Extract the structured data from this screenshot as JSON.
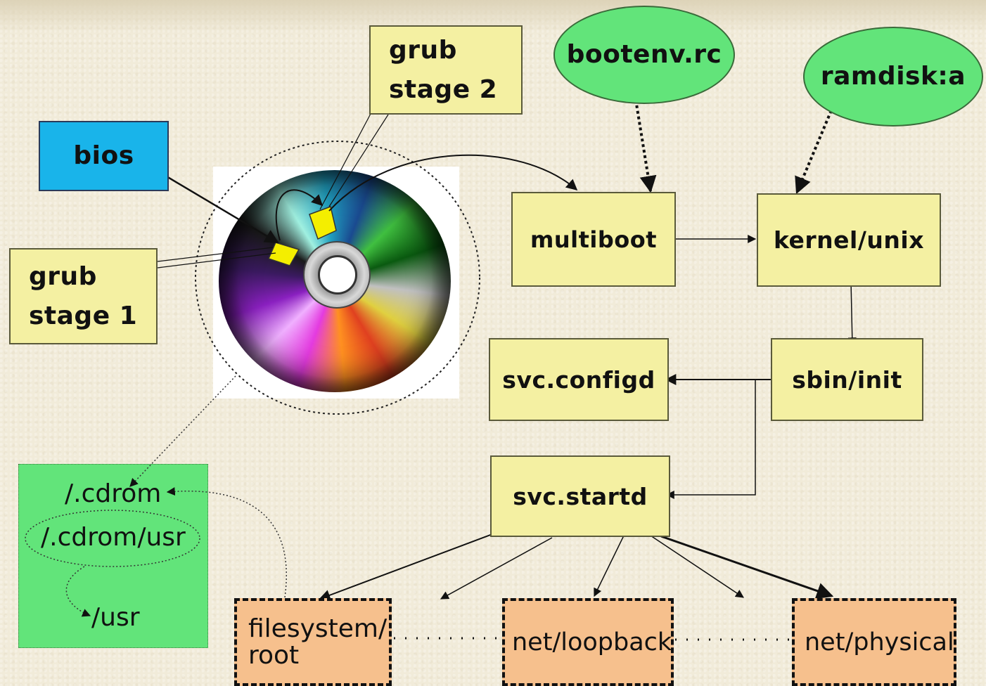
{
  "nodes": {
    "bios": "bios",
    "grub_stage1": [
      "grub",
      "stage 1"
    ],
    "grub_stage2": [
      "grub",
      "stage 2"
    ],
    "bootenv": "bootenv.rc",
    "ramdisk": "ramdisk:a",
    "multiboot": "multiboot",
    "kernel": "kernel/unix",
    "sbin_init": "sbin/init",
    "svc_configd": "svc.configd",
    "svc_startd": "svc.startd"
  },
  "filesystem_box": {
    "cdrom": "/.cdrom",
    "cdrom_usr": "/.cdrom/usr",
    "usr": "/usr"
  },
  "services": {
    "fs_root": [
      "filesystem/",
      "root"
    ],
    "net_loopback": "net/loopback",
    "net_physical": "net/physical"
  },
  "colors": {
    "background": "#f1ebd9",
    "yellow_box": "#f4f0a2",
    "green": "#62e47a",
    "blue": "#19b4ea",
    "orange": "#f6c08d"
  }
}
